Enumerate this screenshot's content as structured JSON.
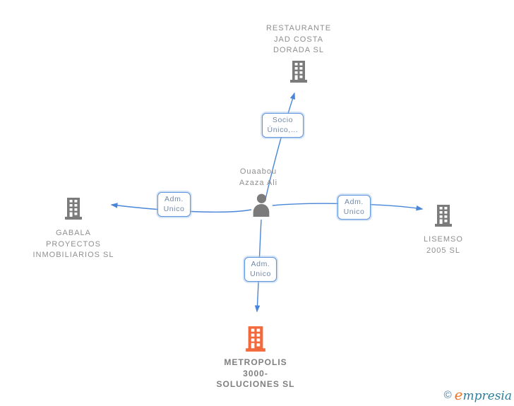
{
  "diagram": {
    "person": {
      "name_lines": [
        "Ouaabou",
        "Azaza Ali"
      ]
    },
    "companies": {
      "top": {
        "name": "RESTAURANTE JAD COSTA DORADA SL",
        "name_lines": [
          "RESTAURANTE",
          "JAD COSTA",
          "DORADA SL"
        ],
        "highlighted": false
      },
      "left": {
        "name": "GABALA PROYECTOS INMOBILIARIOS SL",
        "name_lines": [
          "GABALA",
          "PROYECTOS",
          "INMOBILIARIOS SL"
        ],
        "highlighted": false
      },
      "right": {
        "name": "LISEMSO 2005 SL",
        "name_lines": [
          "LISEMSO",
          "2005 SL"
        ],
        "highlighted": false
      },
      "bottom": {
        "name": "METROPOLIS 3000-SOLUCIONES SL",
        "name_lines": [
          "METROPOLIS",
          "3000-",
          "SOLUCIONES SL"
        ],
        "highlighted": true
      }
    },
    "edges": {
      "top": {
        "label_lines": [
          "Socio",
          "Único,..."
        ]
      },
      "left": {
        "label_lines": [
          "Adm.",
          "Unico"
        ]
      },
      "right": {
        "label_lines": [
          "Adm.",
          "Unico"
        ]
      },
      "bottom": {
        "label_lines": [
          "Adm.",
          "Unico"
        ]
      }
    }
  },
  "colors": {
    "edge_blue": "#4a86d8",
    "node_gray": "#7b7b7b",
    "node_highlight_orange": "#f2693c",
    "edge_label_text": "#7288a8",
    "edge_label_border": "#5e92dc",
    "company_text": "#8f8f8f",
    "watermark_teal": "#2e7e9c",
    "watermark_orange": "#ee7527"
  },
  "watermark": {
    "copyright_symbol": "©",
    "brand_initial": "e",
    "brand_rest": "mpresia"
  }
}
